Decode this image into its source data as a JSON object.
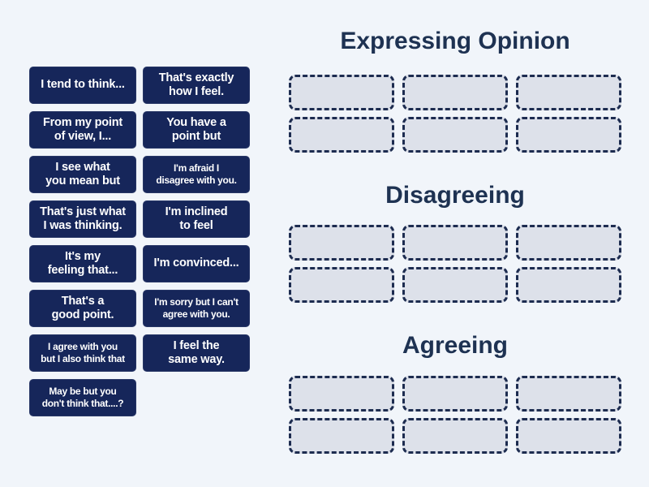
{
  "activity": {
    "kind": "group-sort",
    "background_color": "#f1f5fa",
    "card_color": "#16265a",
    "card_text_color": "#ffffff",
    "title_color": "#1e3252",
    "slot_fill_color": "#dde1ea",
    "slot_border_color": "#1d2c50"
  },
  "cards": [
    {
      "text": "I tend to think..."
    },
    {
      "text": "That's exactly\nhow I feel."
    },
    {
      "text": "From my point\nof view, I..."
    },
    {
      "text": "You have a\npoint but"
    },
    {
      "text": "I see what\nyou mean but"
    },
    {
      "text": "I'm afraid I\ndisagree with you."
    },
    {
      "text": "That's just what\nI was thinking."
    },
    {
      "text": "I'm inclined\nto feel"
    },
    {
      "text": "It's my\nfeeling that..."
    },
    {
      "text": "I'm convinced..."
    },
    {
      "text": "That's a\ngood point."
    },
    {
      "text": "I'm sorry but I can't\nagree with you."
    },
    {
      "text": "I agree with you\nbut I also think that"
    },
    {
      "text": "I feel the\nsame way."
    },
    {
      "text": "May be but you\ndon't think that....?"
    }
  ],
  "groups": [
    {
      "title": "Expressing Opinion",
      "slot_count": 6
    },
    {
      "title": "Disagreeing",
      "slot_count": 6
    },
    {
      "title": "Agreeing",
      "slot_count": 6
    }
  ]
}
